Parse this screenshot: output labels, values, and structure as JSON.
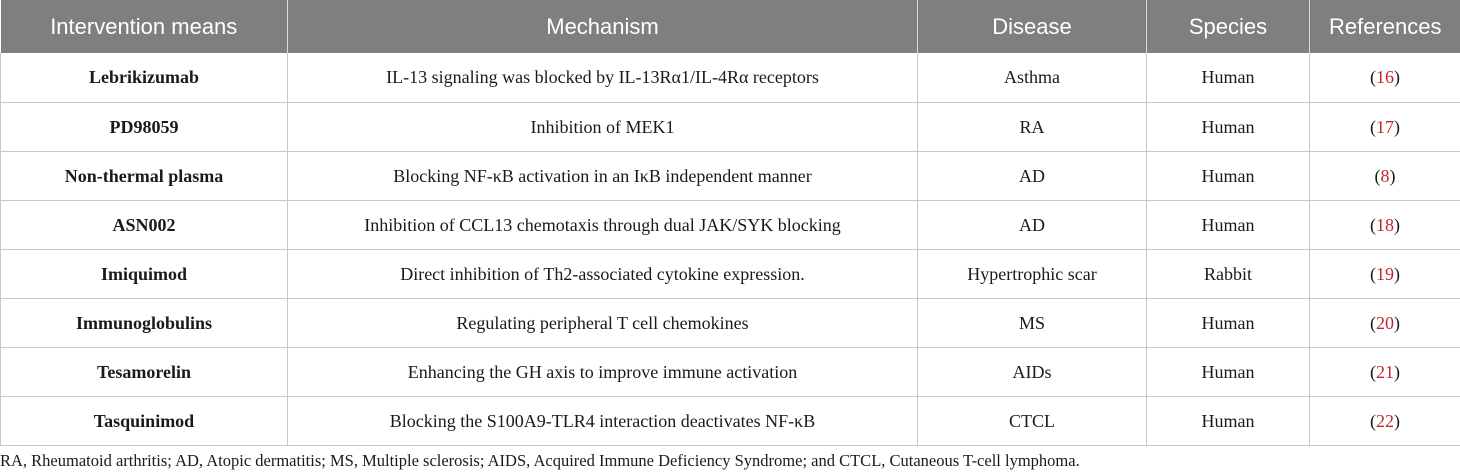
{
  "table": {
    "headers": [
      "Intervention means",
      "Mechanism",
      "Disease",
      "Species",
      "References"
    ],
    "rows": [
      {
        "intervention": "Lebrikizumab",
        "mechanism": "IL-13 signaling was blocked by IL-13Rα1/IL-4Rα receptors",
        "disease": "Asthma",
        "species": "Human",
        "ref": "16"
      },
      {
        "intervention": "PD98059",
        "mechanism": "Inhibition of MEK1",
        "disease": "RA",
        "species": "Human",
        "ref": "17"
      },
      {
        "intervention": "Non-thermal plasma",
        "mechanism": "Blocking NF-κB activation in an IκB independent manner",
        "disease": "AD",
        "species": "Human",
        "ref": "8"
      },
      {
        "intervention": "ASN002",
        "mechanism": "Inhibition of CCL13 chemotaxis through dual JAK/SYK blocking",
        "disease": "AD",
        "species": "Human",
        "ref": "18"
      },
      {
        "intervention": "Imiquimod",
        "mechanism": "Direct inhibition of Th2-associated cytokine expression.",
        "disease": "Hypertrophic scar",
        "species": "Rabbit",
        "ref": "19"
      },
      {
        "intervention": "Immunoglobulins",
        "mechanism": "Regulating peripheral T cell chemokines",
        "disease": "MS",
        "species": "Human",
        "ref": "20"
      },
      {
        "intervention": "Tesamorelin",
        "mechanism": "Enhancing the GH axis to improve immune activation",
        "disease": "AIDs",
        "species": "Human",
        "ref": "21"
      },
      {
        "intervention": "Tasquinimod",
        "mechanism": "Blocking the S100A9-TLR4 interaction deactivates NF-κB",
        "disease": "CTCL",
        "species": "Human",
        "ref": "22"
      }
    ]
  },
  "footnote": "RA, Rheumatoid arthritis; AD, Atopic dermatitis; MS, Multiple sclerosis; AIDS, Acquired Immune Deficiency Syndrome; and CTCL, Cutaneous T-cell lymphoma.",
  "colors": {
    "header_bg": "#7f7f7f",
    "reference_link": "#c0262b"
  }
}
